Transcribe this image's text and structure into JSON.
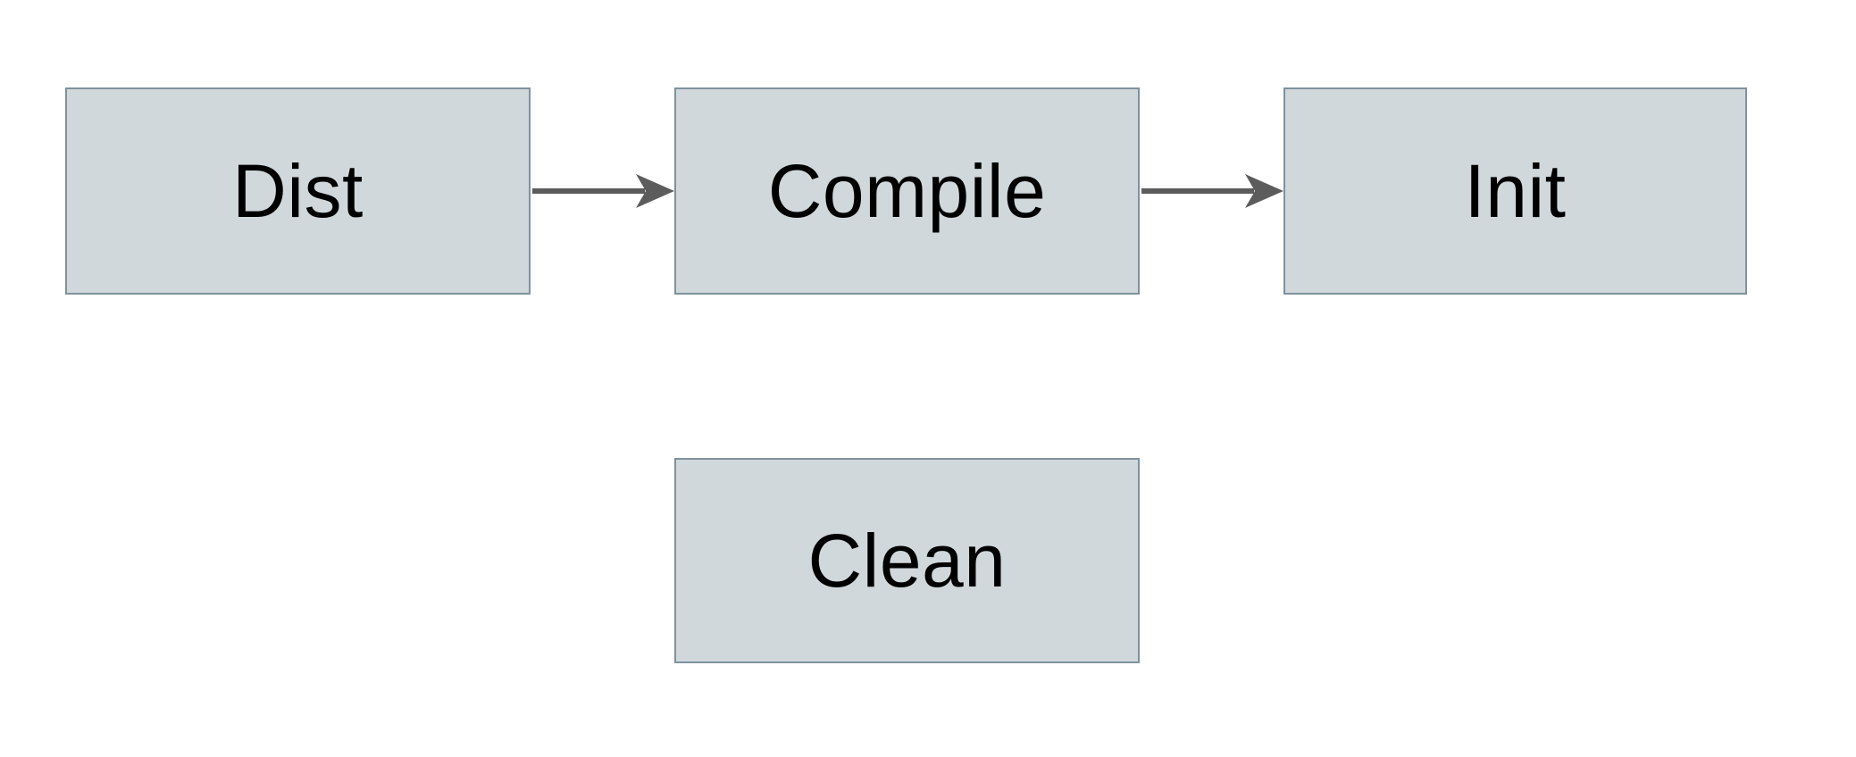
{
  "diagram": {
    "title": "build-targets-flowchart",
    "background_color": "#ffffff",
    "node_fill_color": "#d1d8db",
    "node_border_color": "#7e929e",
    "arrow_color": "#5c5c5c",
    "text_color": "#000000",
    "nodes": [
      {
        "id": "dist",
        "label": "Dist"
      },
      {
        "id": "compile",
        "label": "Compile"
      },
      {
        "id": "init",
        "label": "Init"
      },
      {
        "id": "clean",
        "label": "Clean"
      }
    ],
    "edges": [
      {
        "from": "Dist",
        "to": "Compile",
        "style": "arrow-right"
      },
      {
        "from": "Compile",
        "to": "Init",
        "style": "arrow-right"
      }
    ]
  }
}
